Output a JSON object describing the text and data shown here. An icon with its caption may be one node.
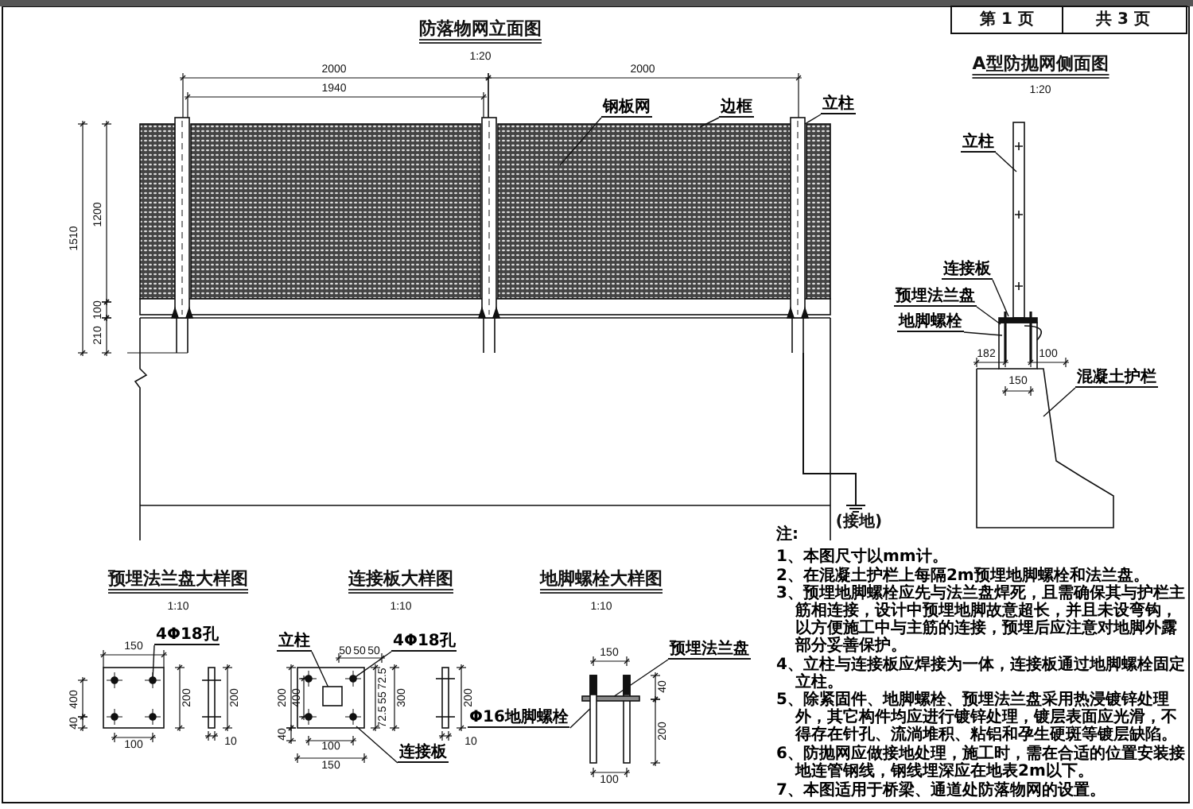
{
  "diagram": {
    "nodes": [
      {
        "text": [
          "钢板网"
        ]
      },
      {
        "text": [
          "边框"
        ]
      },
      {
        "text": [
          "立柱"
        ]
      },
      {
        "text": [
          "立柱"
        ]
      },
      {
        "text": [
          "连接板"
        ]
      },
      {
        "text": [
          "预埋法兰盘"
        ]
      },
      {
        "text": [
          "地脚螺栓"
        ]
      },
      {
        "text": [
          "混凝土护栏"
        ]
      },
      {
        "text": [
          "4Φ18孔"
        ]
      },
      {
        "text": [
          "立柱"
        ]
      },
      {
        "text": [
          "4Φ18孔"
        ]
      },
      {
        "text": [
          "连接板"
        ]
      },
      {
        "text": [
          "预埋法兰盘"
        ]
      },
      {
        "text": [
          "Φ16地脚螺栓"
        ]
      },
      {
        "text": [],
        "shape": "circle"
      },
      {
        "text": [],
        "shape": "box"
      },
      {
        "text": [],
        "shape": "circle"
      },
      {
        "text": [],
        "shape": "bar"
      },
      {
        "text": [],
        "shape": "bar"
      }
    ],
    "edges": [
      {
        "from": 0,
        "to": null,
        "arrow": "none"
      },
      {
        "from": 1,
        "to": null,
        "arrow": "none"
      },
      {
        "from": 2,
        "to": null,
        "arrow": "none"
      },
      {
        "from": 3,
        "to": null,
        "arrow": "none"
      },
      {
        "from": 4,
        "to": null,
        "arrow": "none"
      },
      {
        "from": 5,
        "to": null,
        "arrow": "none"
      },
      {
        "from": 6,
        "to": null,
        "arrow": "none"
      },
      {
        "from": 7,
        "to": null,
        "arrow": "none"
      },
      {
        "from": 8,
        "to": 14,
        "arrow": "none"
      },
      {
        "from": 9,
        "to": 15,
        "arrow": "none"
      },
      {
        "from": 10,
        "to": 16,
        "arrow": "none"
      },
      {
        "from": 11,
        "to": null,
        "arrow": "none"
      },
      {
        "from": 12,
        "to": 17,
        "arrow": "none"
      },
      {
        "from": 13,
        "to": 18,
        "arrow": "none"
      }
    ],
    "labels": [
      "第 1 页",
      "共 3 页",
      "防落物网立面图",
      "1:20",
      "2000",
      "2000",
      "1940",
      "A型防抛网侧面图",
      "1:20",
      "1510",
      "1200",
      "100",
      "210",
      "182",
      "100",
      "150",
      "(接地)",
      "注:",
      "1、本图尺寸以mm计。",
      "2、在混凝土护栏上每隔2m预埋地脚螺栓和法兰盘。",
      "3、预埋地脚螺栓应先与法兰盘焊死，且需确保其与护栏主筋相连接，设计中预埋地脚故意超长，并且未设弯钩，以方便施工中与主筋的连接，预埋后应注意对地脚外露部分妥善保护。",
      "4、立柱与连接板应焊接为一体，连接板通过地脚螺栓固定立柱。",
      "5、除紧固件、地脚螺栓、预埋法兰盘采用热浸镀锌处理外，其它构件均应进行镀锌处理，镀层表面应光滑，不得存在针孔、流淌堆积、粘铝和孕生硬斑等镀层缺陷。",
      "6、防抛网应做接地处理，施工时，需在合适的位置安装接地连管钢线，钢线埋深应在地表2m以下。",
      "7、本图适用于桥梁、通道处防落物网的设置。",
      "预埋法兰盘大样图",
      "1:10",
      "连接板大样图",
      "1:10",
      "地脚螺栓大样图",
      "1:10",
      "150",
      "400",
      "200",
      "200",
      "40",
      "100",
      "10",
      "50",
      "50",
      "50",
      "200",
      "400",
      "72.5",
      "55",
      "72.5",
      "300",
      "200",
      "40",
      "100",
      "150",
      "10",
      "150",
      "40",
      "200",
      "100"
    ]
  }
}
